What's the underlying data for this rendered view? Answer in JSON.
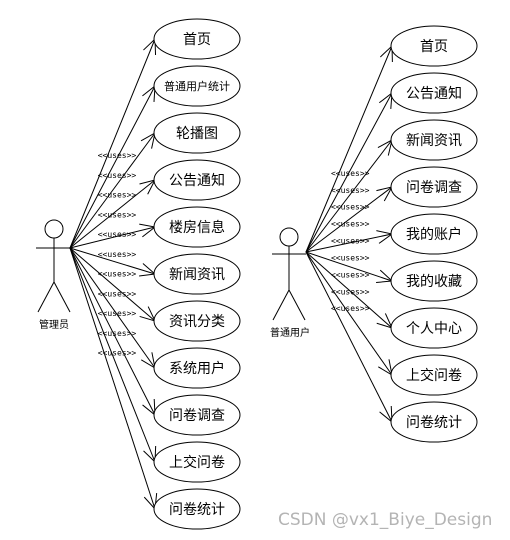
{
  "actors": {
    "admin": {
      "label": "管理员"
    },
    "user": {
      "label": "普通用户"
    }
  },
  "relation_label": "<<uses>>",
  "admin_use_cases": [
    "首页",
    "普通用户统计",
    "轮播图",
    "公告通知",
    "楼房信息",
    "新闻资讯",
    "资讯分类",
    "系统用户",
    "问卷调查",
    "上交问卷",
    "问卷统计"
  ],
  "user_use_cases": [
    "首页",
    "公告通知",
    "新闻资讯",
    "问卷调查",
    "我的账户",
    "我的收藏",
    "个人中心",
    "上交问卷",
    "问卷统计"
  ],
  "watermark": "CSDN @vx1_Biye_Design"
}
